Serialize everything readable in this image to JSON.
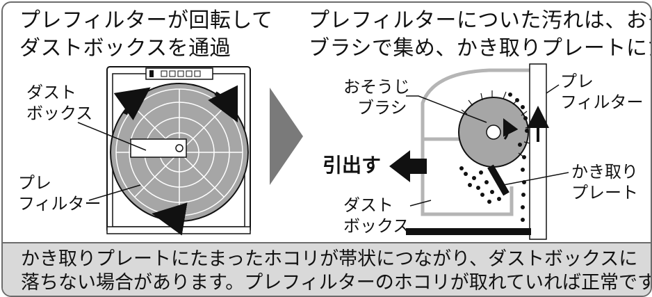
{
  "left_panel": {
    "title_line1": "プレフィルターが回転して",
    "title_line2": "ダストボックスを通過",
    "label_dust_box_1": "ダスト",
    "label_dust_box_2": "ボックス",
    "label_prefilter_1": "プレ",
    "label_prefilter_2": "フィルター"
  },
  "right_panel": {
    "title_line1": "プレフィルターについた汚れは、おそうじ",
    "title_line2": "ブラシで集め、かき取りプレートにたまる",
    "label_brush_1": "おそうじ",
    "label_brush_2": "ブラシ",
    "label_prefilter_1": "プレ",
    "label_prefilter_2": "フィルター",
    "label_scraper_1": "かき取り",
    "label_scraper_2": "プレート",
    "label_dust_box_1": "ダスト",
    "label_dust_box_2": "ボックス",
    "label_pull_out": "引出す"
  },
  "note": {
    "line1": "かき取りプレートにたまったホコリが帯状につながり、ダストボックスに",
    "line2": "落ちない場合があります。プレフィルターのホコリが取れていれば正常です。"
  },
  "colors": {
    "frame": "#6b6b6b",
    "note_bg": "#d9d9d9",
    "filter_gray": "#a6a6a6",
    "chevron": "#7a7a7a"
  }
}
